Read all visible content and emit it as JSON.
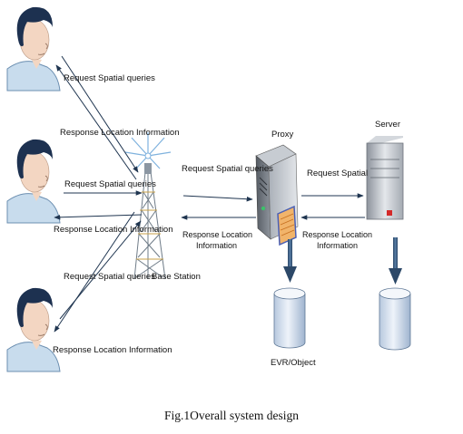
{
  "labels": {
    "req_top": "Request Spatial queries",
    "resp_top": "Response Location Information",
    "req_mid": "Request Spatial queries",
    "resp_mid": "Response Location Information",
    "req_bot": "Request Spatial queries",
    "resp_bot": "Response Location Information",
    "base_station": "Base Station",
    "req_to_proxy": "Request Spatial queries",
    "resp_from_proxy_1": "Response Location",
    "resp_from_proxy_2": "Information",
    "proxy": "Proxy",
    "server": "Server",
    "req_spatial": "Request Spatial",
    "resp_from_server_1": "Response Location",
    "resp_from_server_2": "Information",
    "evr_object": "EVR/Object"
  },
  "caption": "Fig.1Overall system design",
  "colors": {
    "arrow_dark": "#1f3550",
    "arrow_blue": "#5a7aa0",
    "hair": "#1d3150",
    "skin": "#f3d6c2",
    "shirt": "#c8dced",
    "server_gray": "#b9bec6",
    "cylinder": "#dde7f4"
  }
}
